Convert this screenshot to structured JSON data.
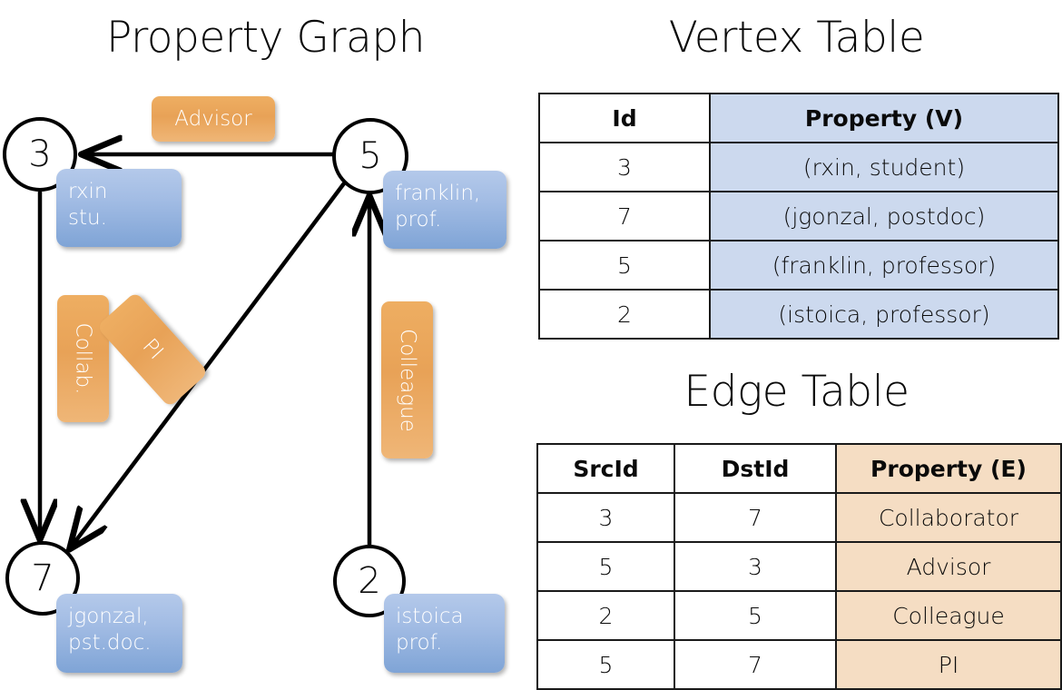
{
  "titles": {
    "graph": "Property Graph",
    "vertex_table": "Vertex Table",
    "edge_table": "Edge Table"
  },
  "graph": {
    "nodes": [
      {
        "id": "3",
        "property_line1": "rxin",
        "property_line2": "stu."
      },
      {
        "id": "5",
        "property_line1": "franklin,",
        "property_line2": "prof."
      },
      {
        "id": "7",
        "property_line1": "jgonzal,",
        "property_line2": "pst.doc."
      },
      {
        "id": "2",
        "property_line1": "istoica",
        "property_line2": "prof."
      }
    ],
    "edge_labels": [
      {
        "text": "Advisor",
        "orientation": "horizontal"
      },
      {
        "text": "Collab.",
        "orientation": "vertical"
      },
      {
        "text": "PI",
        "orientation": "diagonal"
      },
      {
        "text": "Colleague",
        "orientation": "vertical"
      }
    ],
    "edges": [
      {
        "from": "5",
        "to": "3",
        "label": "Advisor"
      },
      {
        "from": "3",
        "to": "7",
        "label": "Collab."
      },
      {
        "from": "5",
        "to": "7",
        "label": "PI"
      },
      {
        "from": "2",
        "to": "5",
        "label": "Colleague"
      }
    ]
  },
  "vertex_table": {
    "columns": [
      "Id",
      "Property (V)"
    ],
    "rows": [
      {
        "id": "3",
        "property": "(rxin, student)"
      },
      {
        "id": "7",
        "property": "(jgonzal, postdoc)"
      },
      {
        "id": "5",
        "property": "(franklin, professor)"
      },
      {
        "id": "2",
        "property": "(istoica, professor)"
      }
    ]
  },
  "edge_table": {
    "columns": [
      "SrcId",
      "DstId",
      "Property (E)"
    ],
    "rows": [
      {
        "src": "3",
        "dst": "7",
        "property": "Collaborator"
      },
      {
        "src": "5",
        "dst": "3",
        "property": "Advisor"
      },
      {
        "src": "2",
        "dst": "5",
        "property": "Colleague"
      },
      {
        "src": "5",
        "dst": "7",
        "property": "PI"
      }
    ]
  },
  "colors": {
    "vertex_property_fill": "#ccd9ee",
    "edge_property_fill": "#f5ddc3",
    "node_box_blue": "#8fb0dd",
    "edge_label_orange": "#e8a257",
    "stroke": "#000000"
  }
}
